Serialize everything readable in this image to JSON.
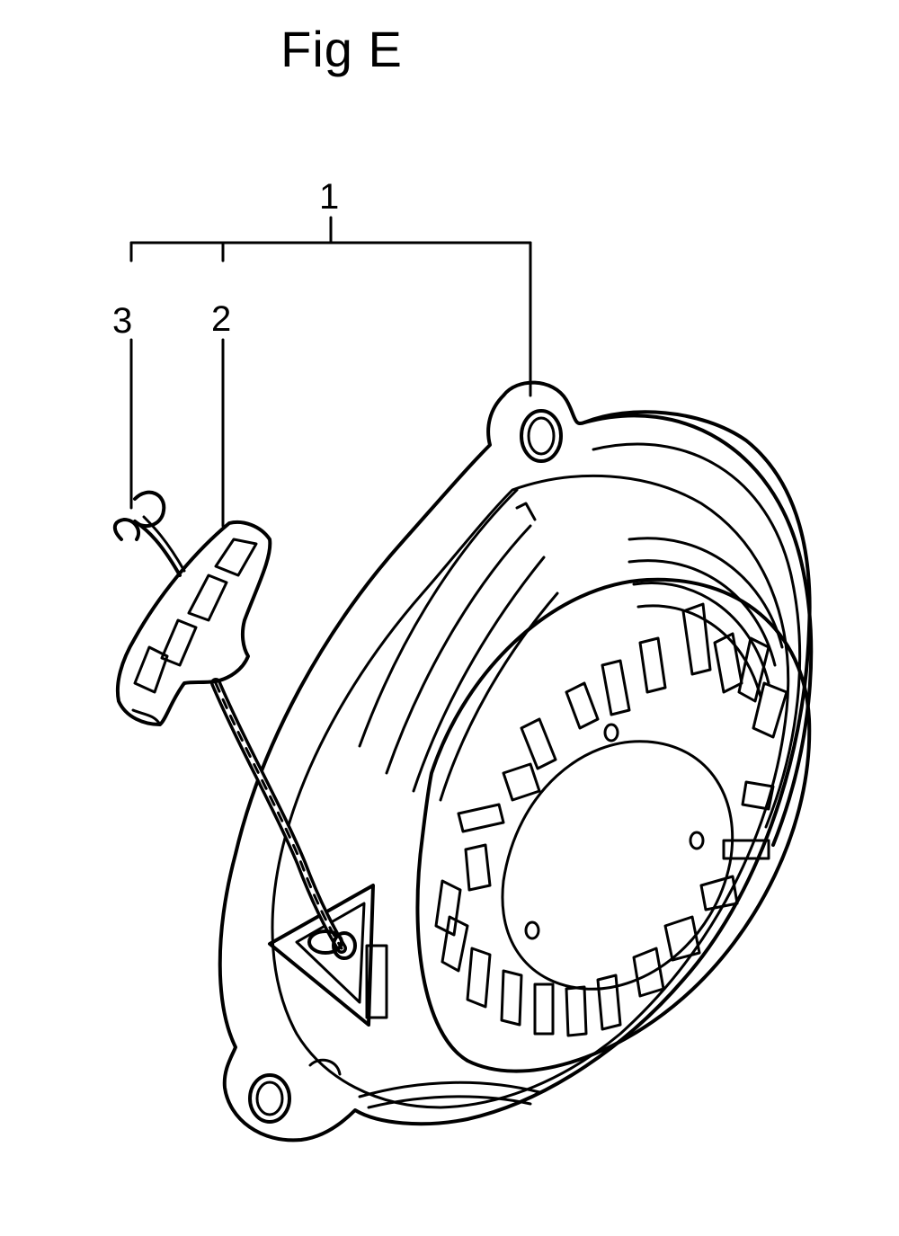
{
  "figure": {
    "title": "Fig E"
  },
  "reference_labels": {
    "assembly": "1",
    "handle": "2",
    "rope_end": "3"
  }
}
